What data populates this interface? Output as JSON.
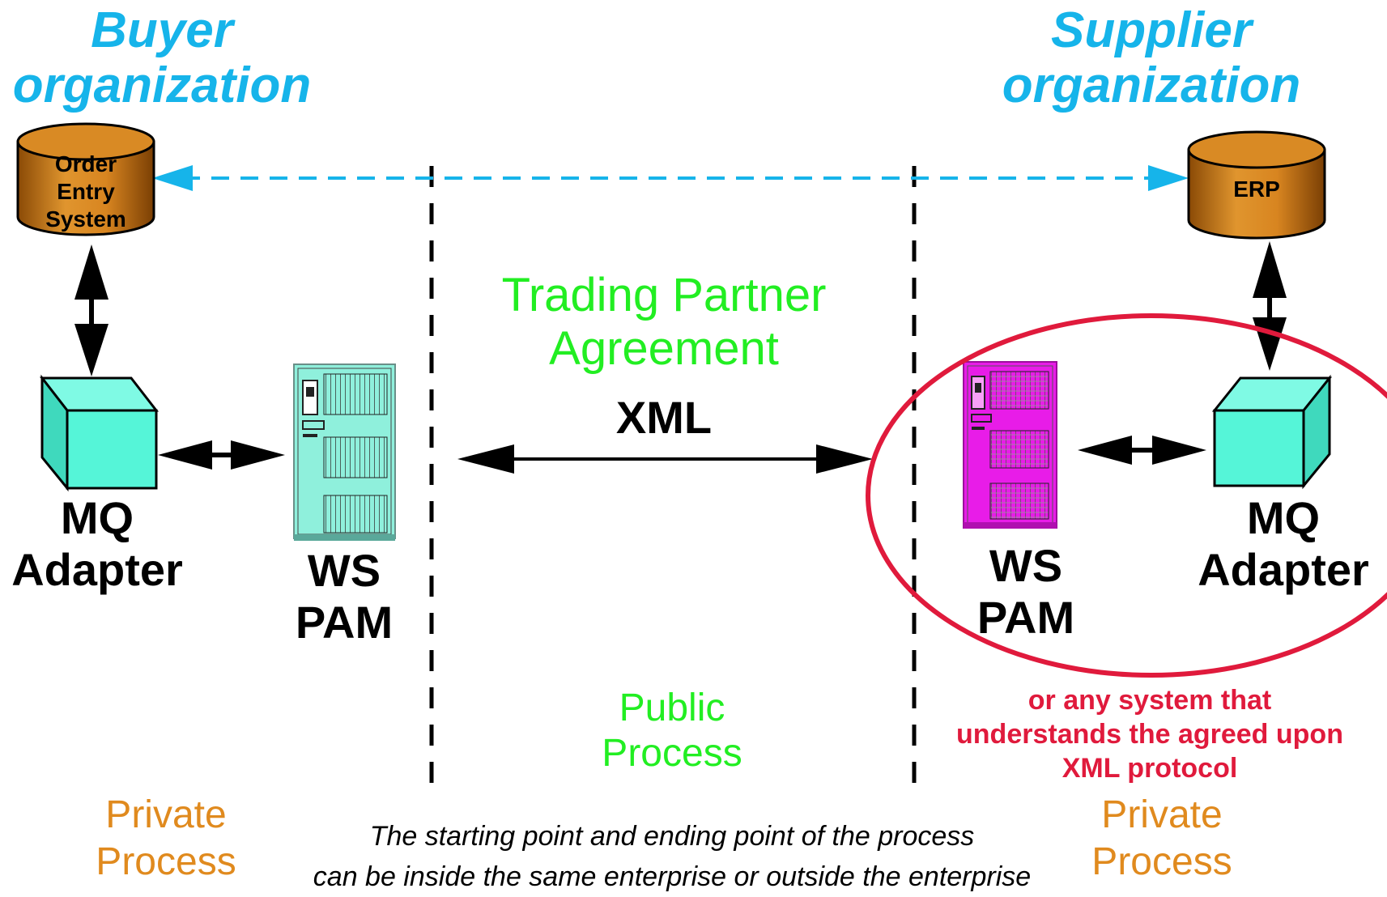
{
  "buyer": {
    "org_line1": "Buyer",
    "org_line2": "organization",
    "database_line1": "Order",
    "database_line2": "Entry",
    "database_line3": "System",
    "adapter_line1": "MQ",
    "adapter_line2": "Adapter",
    "server_line1": "WS",
    "server_line2": "PAM",
    "private_line1": "Private",
    "private_line2": "Process"
  },
  "supplier": {
    "org_line1": "Supplier",
    "org_line2": "organization",
    "database_label": "ERP",
    "adapter_line1": "MQ",
    "adapter_line2": "Adapter",
    "server_line1": "WS",
    "server_line2": "PAM",
    "private_line1": "Private",
    "private_line2": "Process",
    "note_line1": "or any system that",
    "note_line2": "understands the agreed upon",
    "note_line3": "XML protocol"
  },
  "center": {
    "agreement_line1": "Trading Partner",
    "agreement_line2": "Agreement",
    "protocol_label": "XML",
    "public_line1": "Public",
    "public_line2": "Process"
  },
  "footer": {
    "line1": "The starting point and ending point of the process",
    "line2": "can be inside the same enterprise or outside the enterprise"
  },
  "colors": {
    "org_title": "#16b4ea",
    "dashed_link": "#16b4ea",
    "database": "#cc7a1a",
    "adapter": "#55f5d8",
    "buyer_server": "#8ff0dc",
    "supplier_server": "#e81ce8",
    "agreement_text": "#22ee22",
    "private_text": "#e08a1e",
    "highlight_ellipse": "#e01a3c"
  }
}
